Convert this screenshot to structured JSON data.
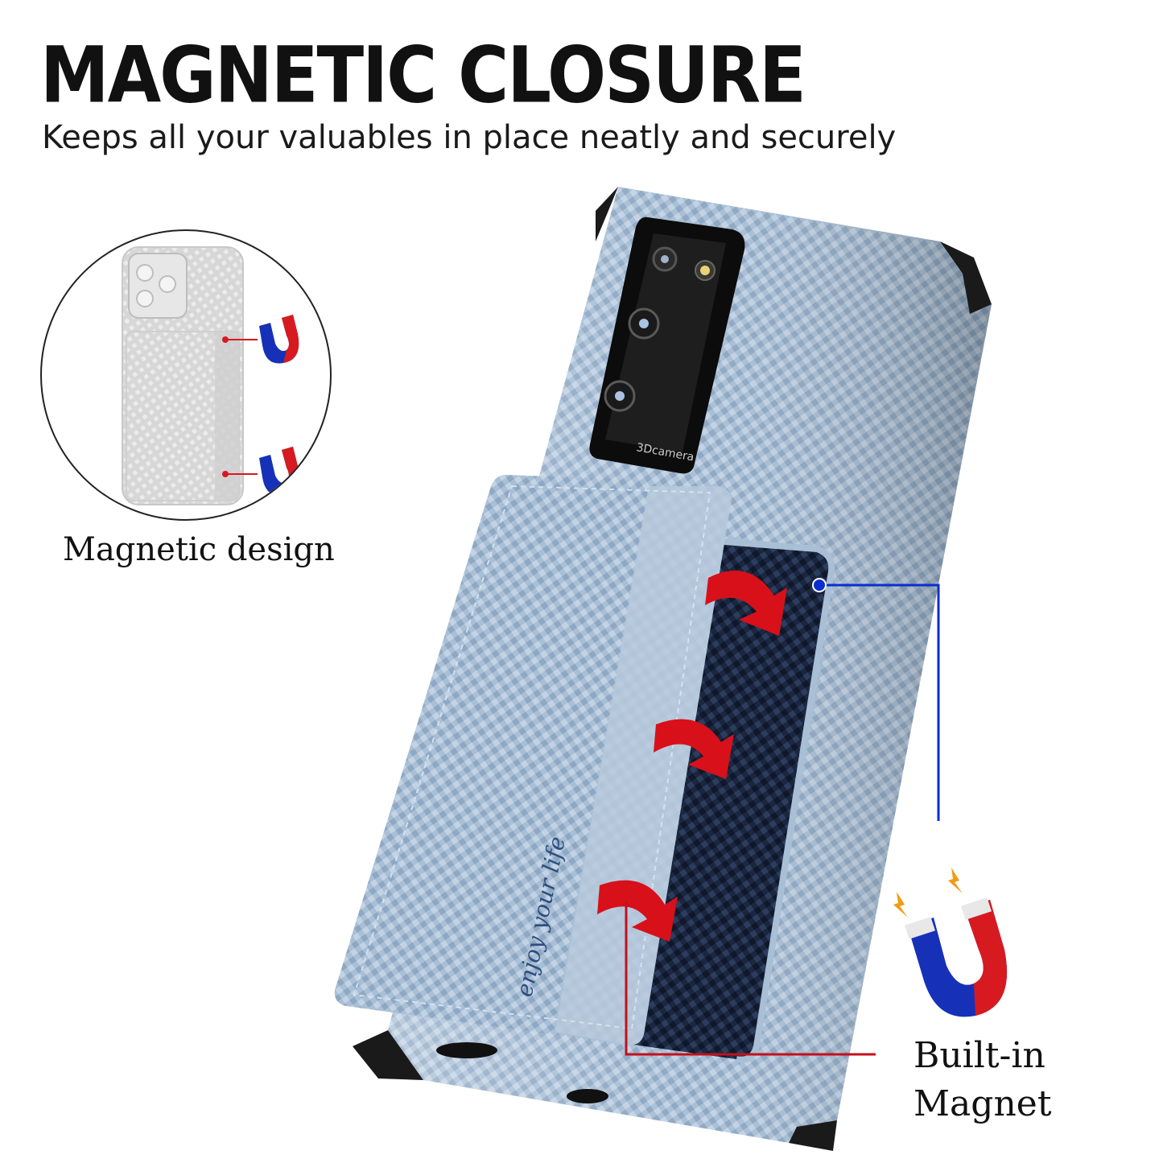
{
  "headline": "MAGNETIC CLOSURE",
  "subheadline": "Keeps all your valuables in place neatly and securely",
  "detail_caption": "Magnetic design",
  "callout": {
    "line1": "Built-in",
    "line2": "Magnet"
  },
  "case_print": {
    "camera_label": "3Dcamera",
    "wallet_text": "enjoy your life"
  },
  "colors": {
    "case": "#a9bfd6",
    "case_dark": "#1b2740",
    "bumper": "#1a1a1a",
    "arrow": "#d8101a",
    "leader_blue": "#0a2ed0",
    "leader_red": "#c4101c",
    "magnet_red": "#d71a20",
    "magnet_blue": "#1631b8",
    "spark": "#f29b12"
  },
  "icons": [
    "horseshoe-magnet-icon",
    "spark-icon",
    "curved-arrow-icon"
  ]
}
